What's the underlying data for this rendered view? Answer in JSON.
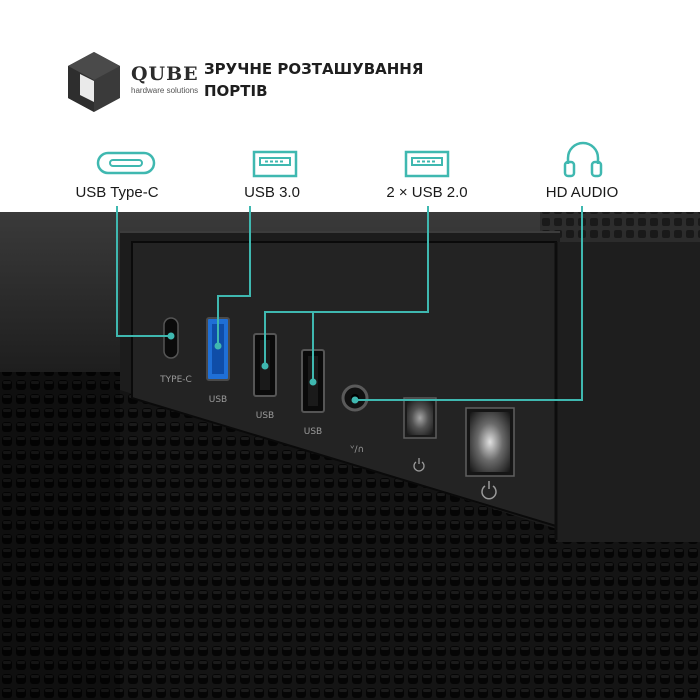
{
  "brand": {
    "name": "QUBE",
    "tagline": "hardware solutions"
  },
  "headline": {
    "line1": "ЗРУЧНЕ РОЗТАШУВАННЯ",
    "line2": "ПОРТІВ"
  },
  "ports": [
    {
      "label": "USB Type-C",
      "icon": "usb-type-c-icon"
    },
    {
      "label": "USB 3.0",
      "icon": "usb-a-icon"
    },
    {
      "label": "2 × USB 2.0",
      "icon": "usb-a-icon"
    },
    {
      "label": "HD AUDIO",
      "icon": "headphones-icon"
    }
  ],
  "panel_labels": {
    "type_c": "TYPE-C",
    "usb": "USB",
    "audio": "ᘁ/∩"
  },
  "colors": {
    "accent": "#3fb8b0",
    "case": "#1a1a1a",
    "usb3_blue": "#1f6fd6"
  }
}
